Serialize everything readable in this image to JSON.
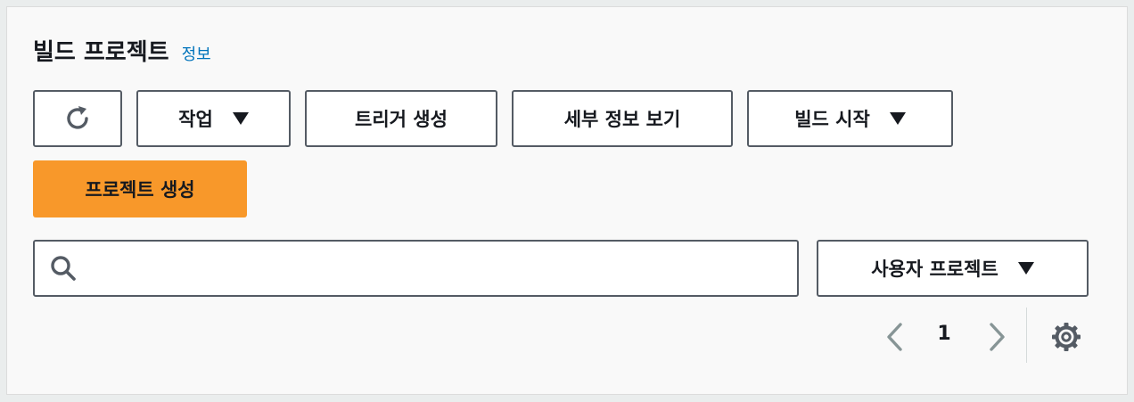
{
  "header": {
    "title": "빌드 프로젝트",
    "info_link": "정보"
  },
  "toolbar": {
    "refresh_icon": "refresh-icon",
    "actions_label": "작업",
    "create_trigger_label": "트리거 생성",
    "view_details_label": "세부 정보 보기",
    "start_build_label": "빌드 시작",
    "create_project_label": "프로젝트 생성"
  },
  "filter": {
    "search_value": "",
    "search_placeholder": "",
    "scope_selected": "사용자 프로젝트"
  },
  "pagination": {
    "current_page": "1"
  },
  "colors": {
    "primary_button": "#f8982a",
    "link": "#0073bb",
    "border": "#545b64",
    "panel_bg": "#f9f9f9",
    "disabled_icon": "#879596"
  }
}
